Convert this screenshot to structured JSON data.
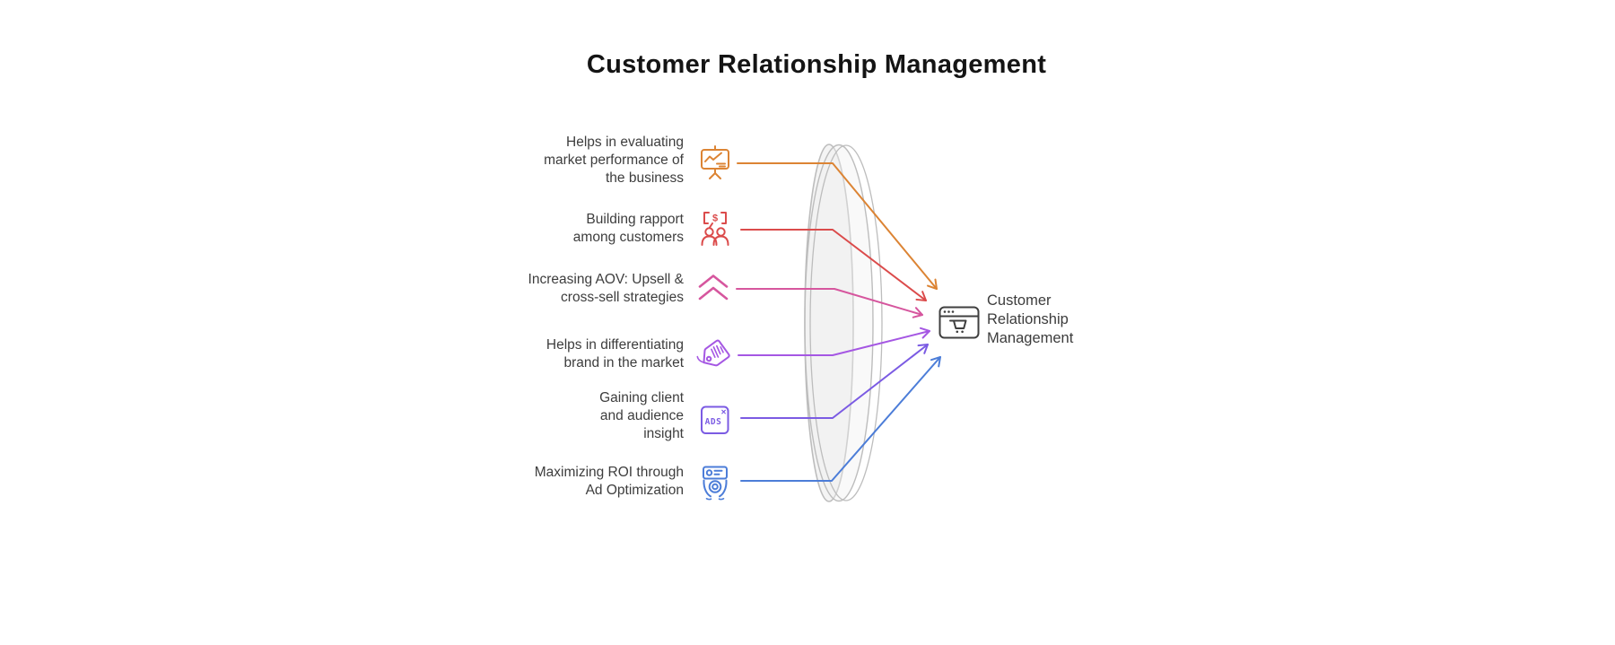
{
  "title": "Customer Relationship Management",
  "items": [
    {
      "lines": [
        "Helps in evaluating",
        "market performance of",
        "the business"
      ],
      "icon": "presentation-chart-icon",
      "color": "#DC8434"
    },
    {
      "lines": [
        "Building rapport",
        "among customers"
      ],
      "icon": "customers-dollar-icon",
      "color": "#DB4B4B"
    },
    {
      "lines": [
        "Increasing AOV: Upsell &",
        "cross-sell strategies"
      ],
      "icon": "double-chevron-up-icon",
      "color": "#D6569E"
    },
    {
      "lines": [
        "Helps in differentiating",
        "brand in the market"
      ],
      "icon": "price-tag-icon",
      "color": "#A557E3"
    },
    {
      "lines": [
        "Gaining client",
        "and audience",
        "insight"
      ],
      "icon": "ads-box-icon",
      "color": "#7B5BE3"
    },
    {
      "lines": [
        "Maximizing ROI through",
        "Ad Optimization"
      ],
      "icon": "dome-camera-icon",
      "color": "#4C7DD8"
    }
  ],
  "result": {
    "label": "Customer Relationship Management",
    "icon": "browser-cart-icon",
    "color": "#3F3F3F"
  },
  "lens": {
    "fill": "#EFEFEF",
    "stroke": "#BDBDBD"
  },
  "glyphs": {
    "dollar": "$",
    "ads_label": "ADS",
    "close_x": "×"
  }
}
